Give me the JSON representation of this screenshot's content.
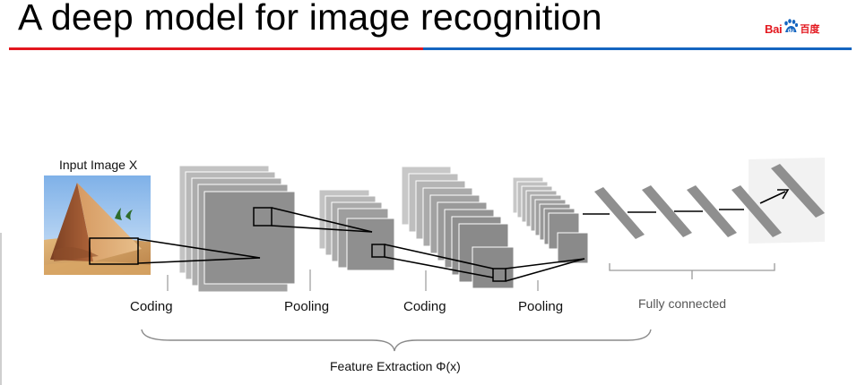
{
  "slide": {
    "title": "A deep model for image recognition",
    "logo": {
      "latin": "Bai",
      "paw_text": "du",
      "chinese": "百度",
      "color": "#e3171e"
    },
    "rule_colors": {
      "left": "#e3171e",
      "right": "#1565c0"
    }
  },
  "diagram": {
    "input_label": "Input Image X",
    "stages": [
      {
        "label": "Coding"
      },
      {
        "label": "Pooling"
      },
      {
        "label": "Coding"
      },
      {
        "label": "Pooling"
      }
    ],
    "fully_connected_label": "Fully connected",
    "feature_extraction_label": "Feature Extraction Φ(x)",
    "icons": [
      "pyramid-photo",
      "arrow-right-icon"
    ]
  }
}
